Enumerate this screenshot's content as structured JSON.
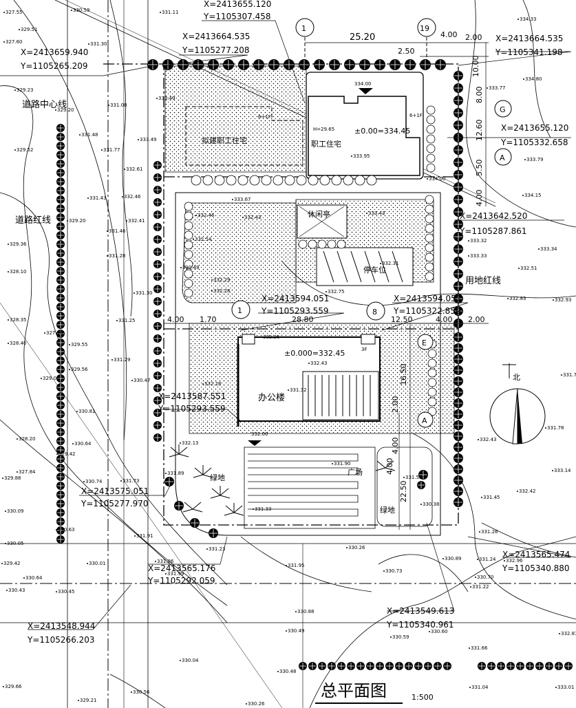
{
  "title": {
    "main": "总平面图",
    "scale": "1:500"
  },
  "labels": {
    "road_center": "道路中心线",
    "road_red": "道路红线",
    "site_red": "用地红线",
    "planned_housing": "拟建职工住宅",
    "staff_housing": "职工住宅",
    "housing_floors": "6+1F",
    "housing_floors2": "6+1F",
    "housing_level": "±0.00=334.45",
    "housing_h": "H=29.65",
    "pavilion": "休闲亭",
    "parking": "停车位",
    "office": "办公楼",
    "office_level": "±0.000=332.45",
    "office_floors": "3F",
    "green1": "绿地",
    "green2": "绿地",
    "plaza": "广场",
    "north": "北",
    "elev_334": "334.00",
    "elev_332": "332.00"
  },
  "axes": {
    "a1": "1",
    "a19": "19",
    "aG": "G",
    "aA": "A",
    "b1": "1",
    "b8": "8",
    "bE": "E",
    "bA": "A"
  },
  "dims": {
    "d2520": "25.20",
    "d400a": "4.00",
    "d200a": "2.00",
    "d250": "2.50",
    "d1000": "10.00",
    "d800": "8.00",
    "d1260": "12.60",
    "d550": "5.50",
    "d400b": "4.00",
    "d400c": "4.00",
    "d170": "1.70",
    "d2880": "28.80",
    "d1250": "12.50",
    "d400d": "4.00",
    "d200b": "2.00",
    "d1650": "16.50",
    "d400e": "4.00",
    "d2250": "22.50",
    "d2b": "2.00",
    "d4b": "4.00"
  },
  "coords": [
    {
      "x": "X=2413655.120",
      "y": "Y=1105307.458"
    },
    {
      "x": "X=2413664.535",
      "y": "Y=1105277.208"
    },
    {
      "x": "X=2413659.940",
      "y": "Y=1105265.209"
    },
    {
      "x": "X=2413664.535",
      "y": "Y=1105341.198"
    },
    {
      "x": "X=2413655.120",
      "y": "Y=1105332.658"
    },
    {
      "x": "X=2413642.520",
      "y": "Y=1105287.861"
    },
    {
      "x": "X=2413594.051",
      "y": "Y=1105293.559"
    },
    {
      "x": "X=2413594.051",
      "y": "Y=1105322.859"
    },
    {
      "x": "X=2413587.551",
      "y": "Y=1105293.559"
    },
    {
      "x": "X=2413575.051",
      "y": "Y=1105277.970"
    },
    {
      "x": "X=2413565.176",
      "y": "Y=1105292.059"
    },
    {
      "x": "X=2413565.474",
      "y": "Y=1105340.880"
    },
    {
      "x": "X=2413549.613",
      "y": "Y=1105340.961"
    },
    {
      "x": "X=2413548.944",
      "y": "Y=1105266.203"
    }
  ],
  "spot_elevations": [
    "327.55",
    "330.59",
    "331.11",
    "329.51",
    "327.60",
    "331.30",
    "329.23",
    "329.20",
    "331.08",
    "329.52",
    "331.48",
    "333.49",
    "331.77",
    "332.61",
    "331.43",
    "332.46",
    "329.20",
    "332.41",
    "331.46",
    "329.36",
    "331.28",
    "328.10",
    "332.54",
    "330.49",
    "332.29",
    "332.28",
    "331.30",
    "331.25",
    "328.35",
    "327.90",
    "328.40",
    "329.55",
    "329.56",
    "331.29",
    "329.06",
    "330.47",
    "330.81",
    "328.20",
    "329.42",
    "330.64",
    "327.84",
    "329.88",
    "330.74",
    "331.73",
    "330.09",
    "330.63",
    "331.91",
    "331.23",
    "330.05",
    "329.42",
    "331.86",
    "330.64",
    "330.01",
    "331.99",
    "330.43",
    "330.45",
    "330.04",
    "330.56",
    "329.21",
    "329.66",
    "330.26",
    "330.48",
    "332.13",
    "331.89",
    "331.33",
    "333.67",
    "332.43",
    "333.95",
    "334.00",
    "334.15",
    "333.32",
    "333.33",
    "333.34",
    "332.51",
    "332.83",
    "332.93",
    "332.75",
    "331.78",
    "331.78",
    "332.43",
    "333.14",
    "332.42",
    "331.45",
    "331.26",
    "330.89",
    "331.24",
    "332.96",
    "330.73",
    "330.70",
    "331.22",
    "330.88",
    "330.49",
    "330.59",
    "330.60",
    "331.66",
    "332.81",
    "331.04",
    "333.01",
    "334.80",
    "333.77",
    "333.79",
    "334.33",
    "332.26",
    "332.43",
    "331.32",
    "331.90",
    "331.53",
    "330.38",
    "331.95",
    "330.26",
    "332.31",
    "333.43",
    "332.46",
    "333.49",
    "332.18"
  ]
}
